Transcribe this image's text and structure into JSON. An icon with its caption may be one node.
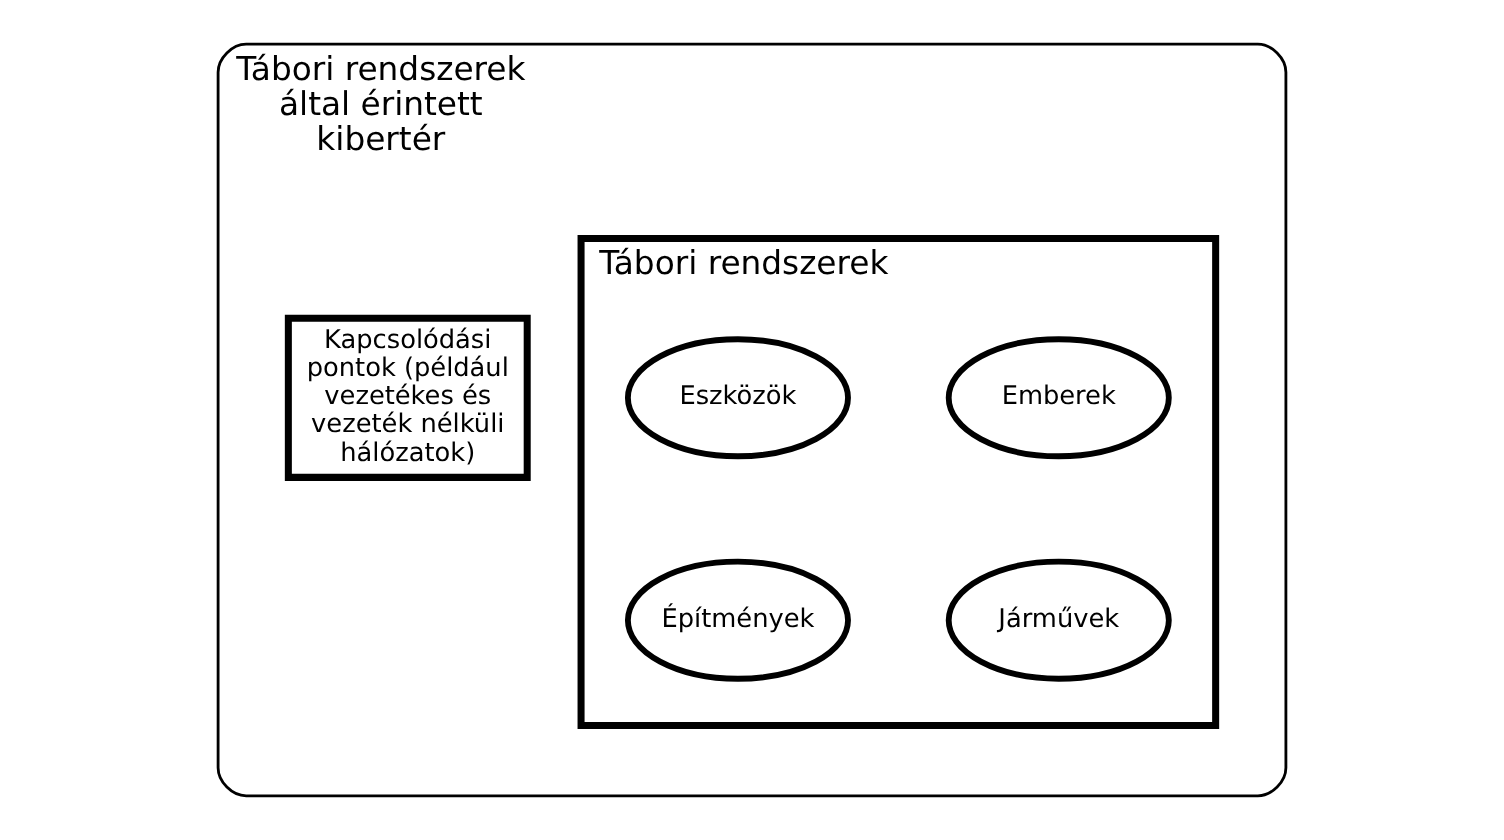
{
  "diagram": {
    "nodes": [
      {
        "text": [
          "Tábori rendszerek által érintett kibertér"
        ]
      },
      {
        "text": [
          "Tábori rendszerek"
        ],
        "in": 0
      },
      {
        "text": [
          "Emberek"
        ],
        "in": 1
      },
      {
        "text": [
          "Eszközök"
        ],
        "in": 1
      },
      {
        "text": [
          "Járművek"
        ],
        "in": 1
      },
      {
        "text": [
          "Építmények"
        ],
        "in": 1
      },
      {
        "text": [
          "Kapcsolódási pontok (például vezetékes és vezeték nélküli hálózatok)"
        ],
        "in": 0
      }
    ],
    "edges": []
  }
}
